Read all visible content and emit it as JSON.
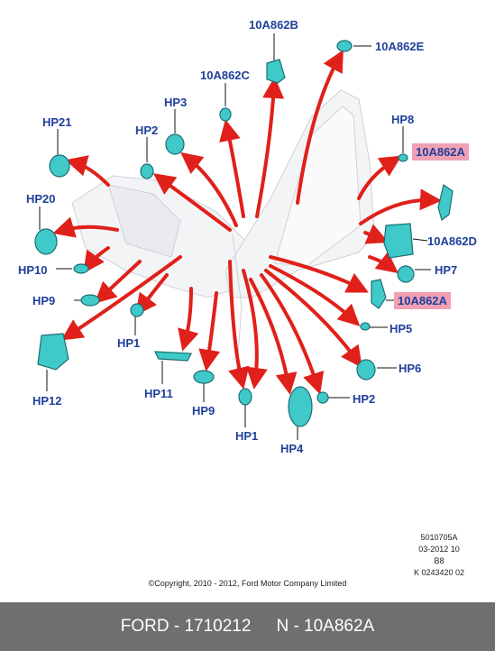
{
  "labels": [
    {
      "id": "10a862b",
      "text": "10A862B"
    },
    {
      "id": "10a862e",
      "text": "10A862E"
    },
    {
      "id": "10a862c",
      "text": "10A862C"
    },
    {
      "id": "hp3",
      "text": "HP3"
    },
    {
      "id": "hp21",
      "text": "HP21"
    },
    {
      "id": "hp2-upper",
      "text": "HP2"
    },
    {
      "id": "hp8",
      "text": "HP8"
    },
    {
      "id": "10a862a-upper",
      "text": "10A862A"
    },
    {
      "id": "hp20",
      "text": "HP20"
    },
    {
      "id": "10a862d",
      "text": "10A862D"
    },
    {
      "id": "hp10",
      "text": "HP10"
    },
    {
      "id": "hp7",
      "text": "HP7"
    },
    {
      "id": "hp9-left",
      "text": "HP9"
    },
    {
      "id": "10a862a-lower",
      "text": "10A862A"
    },
    {
      "id": "hp5",
      "text": "HP5"
    },
    {
      "id": "hp1-left",
      "text": "HP1"
    },
    {
      "id": "hp6",
      "text": "HP6"
    },
    {
      "id": "hp12",
      "text": "HP12"
    },
    {
      "id": "hp11",
      "text": "HP11"
    },
    {
      "id": "hp2-lower",
      "text": "HP2"
    },
    {
      "id": "hp9-lower",
      "text": "HP9"
    },
    {
      "id": "hp1-lower",
      "text": "HP1"
    },
    {
      "id": "hp4",
      "text": "HP4"
    }
  ],
  "meta_lines": [
    "5010705A",
    "03-2012 10",
    "B8",
    "K 0243420 02"
  ],
  "copyright": "©Copyright, 2010 - 2012, Ford Motor Company Limited",
  "footer": {
    "left": "FORD - 1710212",
    "right": "N - 10A862A"
  },
  "colors": {
    "part": "#3fc9c9",
    "part_stroke": "#1d6f74",
    "arrow": "#e0201a",
    "label": "#1f3f9a",
    "highlight": "#f0a0b4",
    "footer_bg": "#6f6f6f"
  }
}
